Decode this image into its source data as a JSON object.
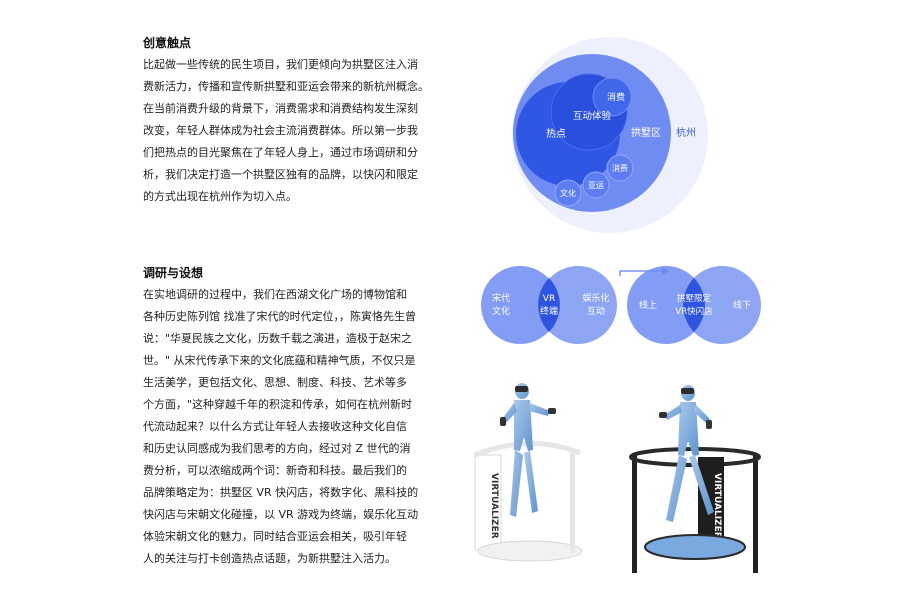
{
  "section1": {
    "heading": "创意触点",
    "lines": [
      "比起做一些传统的民生项目，我们更倾向为拱墅区注入消",
      "费新活力，传播和宣传新拱墅和亚运会带来的新杭州概念。",
      "在当前消费升级的背景下，消费需求和消费结构发生深刻",
      "改变，年轻人群体成为社会主流消费群体。所以第一步我",
      "们把热点的目光聚焦在了年轻人身上，通过市场调研和分",
      "析，我们决定打造一个拱墅区独有的品牌，以快闪和限定",
      "的方式出现在杭州作为切入点。"
    ]
  },
  "venn_main": {
    "outer": "杭州",
    "district": "拱墅区",
    "hot": "热点",
    "interactive": "互动体验",
    "consume": "消费",
    "consume2": "消费",
    "culture": "文化",
    "asiad": "亚运"
  },
  "section2": {
    "heading": "调研与设想",
    "lines": [
      "在实地调研的过程中，我们在西湖文化广场的博物馆和",
      "各种历史陈列馆 找准了宋代的时代定位，，陈寅恪先生曾",
      "说：\"华夏民族之文化，历数千载之演进，造极于赵宋之",
      "世。\" 从宋代传承下来的文化底蕴和精神气质，不仅只是",
      "生活美学，更包括文化、思想、制度、科技、艺术等多",
      "个方面，\"这种穿越千年的积淀和传承，如何在杭州新时",
      "代流动起来？以什么方式让年轻人去接收这种文化自信",
      "和历史认同感成为我们思考的方向，经过对 Z 世代的消",
      "费分析，可以浓缩成两个词：新奇和科技。最后我们的",
      "品牌策略定为：拱墅区 VR 快闪店，将数字化、黑科技的",
      "快闪店与宋朝文化碰撞，以 VR 游戏为终端，娱乐化互动",
      "体验宋朝文化的魅力，同时结合亚运会相关，吸引年轻",
      "人的关注与打卡创造热点话题，为新拱墅注入活力。"
    ]
  },
  "flow": {
    "song_l1": "宋代",
    "song_l2": "文化",
    "vr_l1": "VR",
    "vr_l2": "终端",
    "ent_l1": "娱乐化",
    "ent_l2": "互动",
    "online": "线上",
    "limit_l1": "拱墅限定",
    "limit_l2": "VR快闪店",
    "offline": "线下"
  },
  "device_brand": "VIRTUALIZER",
  "colors": {
    "deep_blue": "#2f55e0",
    "mid_blue": "#5e7ff0",
    "pale_blue": "#e9edfd"
  }
}
